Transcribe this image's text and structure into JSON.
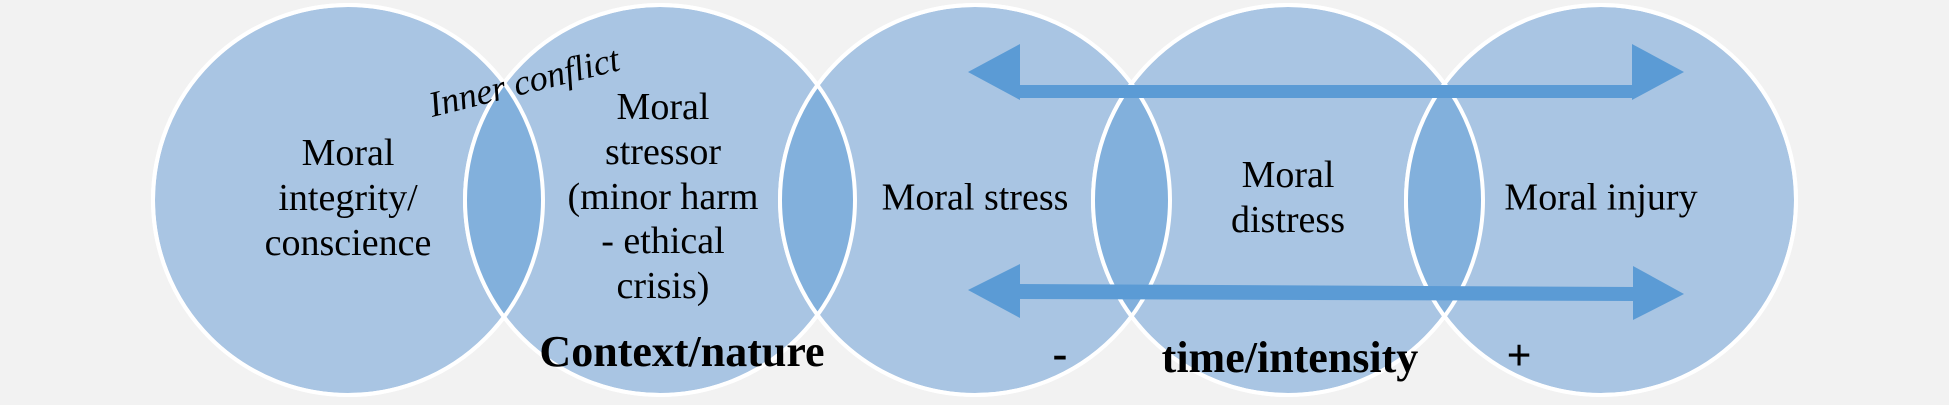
{
  "diagram": {
    "colors": {
      "background": "#f2f2f2",
      "circle_fill": "#a9c5e3",
      "circle_overlap": "#82b0dc",
      "circle_stroke": "#ffffff",
      "arrow": "#5b9bd5"
    },
    "circles": [
      {
        "id": "integrity",
        "lines": [
          "Moral",
          "integrity/",
          "conscience"
        ]
      },
      {
        "id": "stressor",
        "lines": [
          "Moral",
          "stressor",
          "(minor harm",
          "- ethical",
          "crisis)"
        ]
      },
      {
        "id": "stress",
        "lines": [
          "Moral stress"
        ]
      },
      {
        "id": "distress",
        "lines": [
          "Moral",
          "distress"
        ]
      },
      {
        "id": "injury",
        "lines": [
          "Moral injury"
        ]
      }
    ],
    "annotations": {
      "inner_conflict": "Inner conflict",
      "context_nature": "Context/nature",
      "minus": "-",
      "time_intensity": "time/intensity",
      "plus": "+"
    },
    "arrows": [
      {
        "id": "upper",
        "direction": "bidirectional"
      },
      {
        "id": "lower",
        "direction": "bidirectional"
      }
    ]
  }
}
